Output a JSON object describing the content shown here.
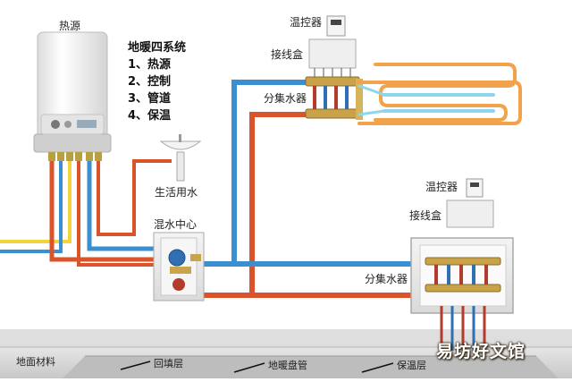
{
  "labels": {
    "heat_source": "热源",
    "thermostat_1": "温控器",
    "junction_box_1": "接线盒",
    "manifold_1": "分集水器",
    "domestic_water": "生活用水",
    "mixing_center": "混水中心",
    "thermostat_2": "温控器",
    "junction_box_2": "接线盒",
    "manifold_2": "分集水器"
  },
  "system_list": {
    "title": "地暖四系统",
    "items": [
      "1、热源",
      "2、控制",
      "3、管道",
      "4、保温"
    ]
  },
  "ground_labels": {
    "floor_material": "地面材料",
    "backfill": "回填层",
    "heating_coil": "地暖盘管",
    "insulation": "保温层"
  },
  "watermark": "易坊好文馆",
  "colors": {
    "supply_pipe": "#d9542b",
    "return_pipe": "#3a8fd0",
    "yellow_pipe": "#f2d43a",
    "coil_outer": "#f2a24a",
    "coil_inner": "#8ed6ee",
    "boiler_body": "#f2f2f2",
    "ground": "#d7d7d7"
  }
}
